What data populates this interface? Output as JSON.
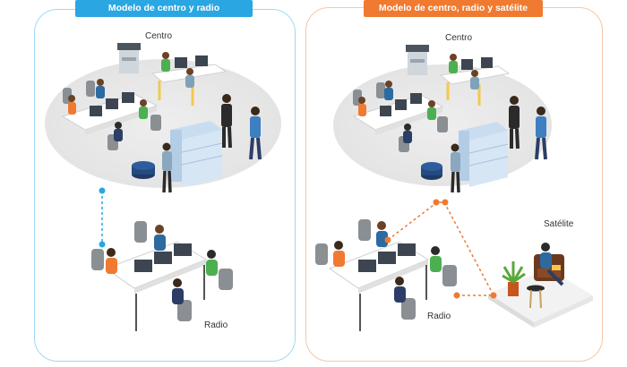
{
  "left_model": {
    "title": "Modelo de centro y radio",
    "hub_label": "Centro",
    "spoke_label": "Radio"
  },
  "right_model": {
    "title": "Modelo de centro, radio y satélite",
    "hub_label": "Centro",
    "spoke_label": "Radio",
    "satellite_label": "Satélite"
  },
  "colors": {
    "left_accent": "#2aa7e2",
    "right_accent": "#f07a30",
    "left_border": "#9fd9f4",
    "right_border": "#f8c6a6"
  }
}
